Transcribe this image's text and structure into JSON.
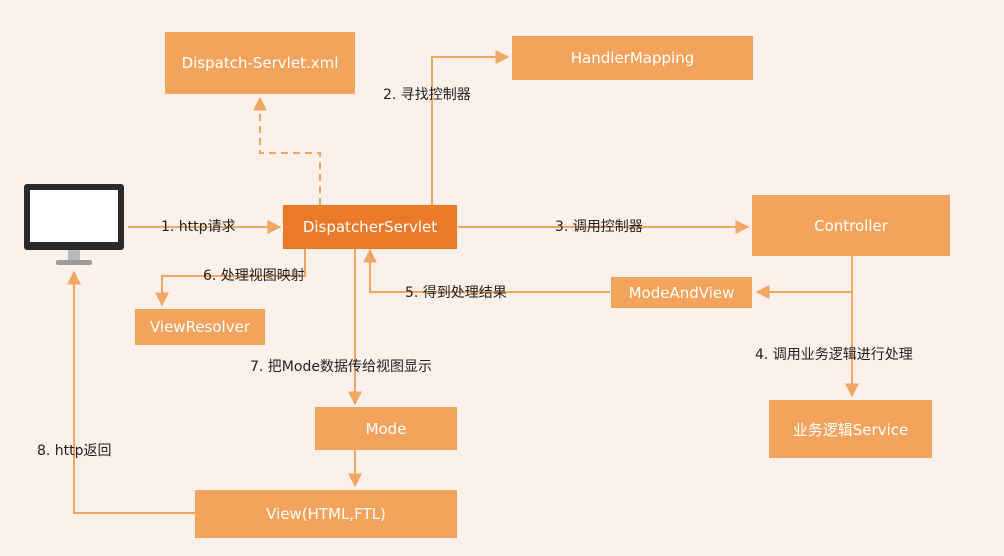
{
  "colors": {
    "box": "#f3a35c",
    "box_primary": "#ea7a2a",
    "arrow": "#f0a765",
    "background": "#fbf1ea"
  },
  "nodes": {
    "dispatch_xml": "Dispatch-Servlet.xml",
    "handler_mapping": "HandlerMapping",
    "dispatcher_servlet": "DispatcherServlet",
    "controller": "Controller",
    "mode_and_view": "ModeAndView",
    "view_resolver": "ViewResolver",
    "mode": "Mode",
    "view": "View(HTML,FTL)",
    "business_service": "业务逻辑Service"
  },
  "edges": {
    "step1": "1. http请求",
    "step2": "2. 寻找控制器",
    "step3": "3. 调用控制器",
    "step4": "4. 调用业务逻辑进行处理",
    "step5": "5. 得到处理结果",
    "step6": "6. 处理视图映射",
    "step7": "7. 把Mode数据传给视图显示",
    "step8": "8. http返回"
  },
  "client_icon": "monitor-icon"
}
